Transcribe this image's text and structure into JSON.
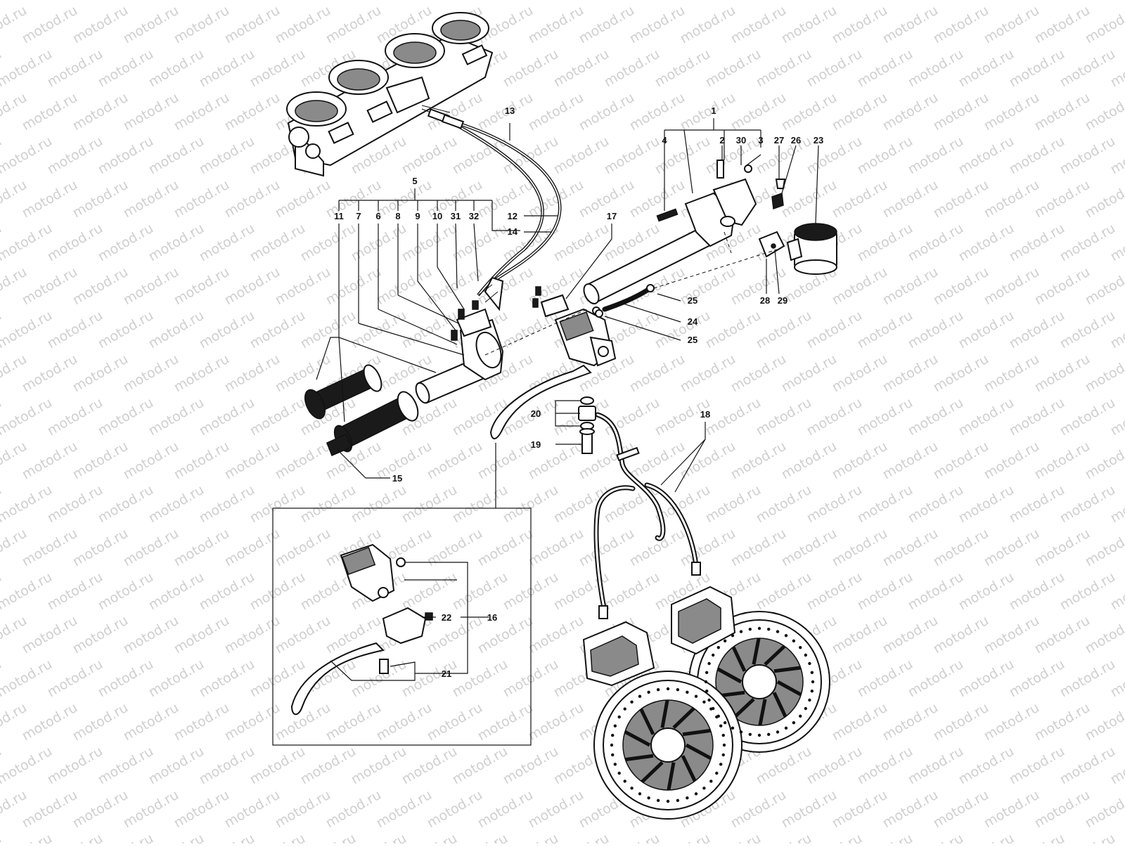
{
  "watermark": {
    "text": "motod.ru"
  },
  "callouts": {
    "c1": "1",
    "c2": "2",
    "c3": "3",
    "c4": "4",
    "c5": "5",
    "c6": "6",
    "c7": "7",
    "c8": "8",
    "c9": "9",
    "c10": "10",
    "c11": "11",
    "c12": "12",
    "c13": "13",
    "c14": "14",
    "c15": "15",
    "c16": "16",
    "c17": "17",
    "c18": "18",
    "c19": "19",
    "c20": "20",
    "c21": "21",
    "c22": "22",
    "c23": "23",
    "c24": "24",
    "c25a": "25",
    "c25b": "25",
    "c26": "26",
    "c27": "27",
    "c28": "28",
    "c29": "29",
    "c30": "30",
    "c31": "31",
    "c32": "32"
  }
}
